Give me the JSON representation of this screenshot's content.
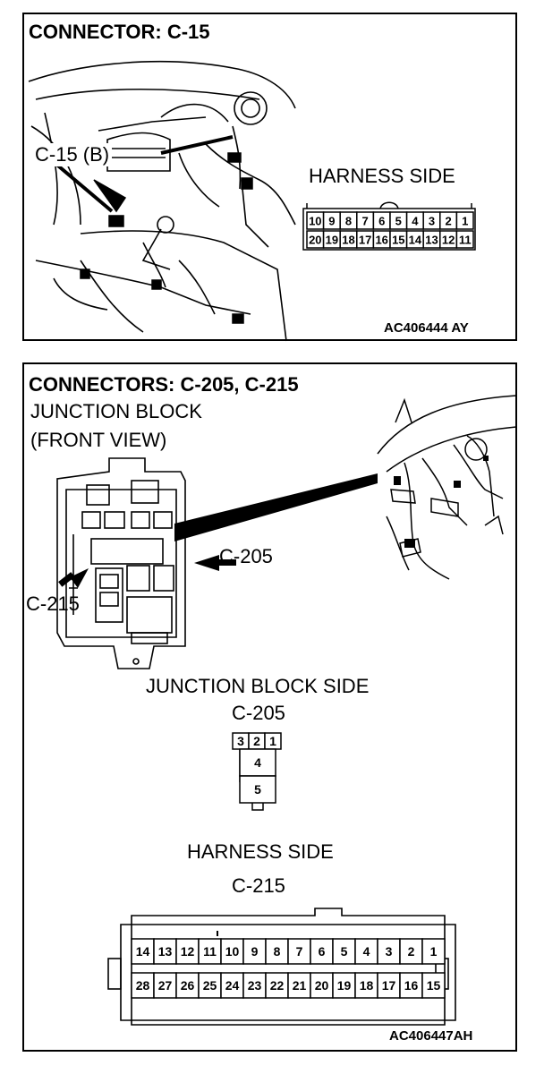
{
  "panel1": {
    "title": "CONNECTOR: C-15",
    "callout": "C-15 (B)",
    "harness_label": "HARNESS SIDE",
    "connector_top_pins": [
      "10",
      "9",
      "8",
      "7",
      "6",
      "5",
      "4",
      "3",
      "2",
      "1"
    ],
    "connector_bottom_pins": [
      "20",
      "19",
      "18",
      "17",
      "16",
      "15",
      "14",
      "13",
      "12",
      "11"
    ],
    "code": "AC406444 AY"
  },
  "panel2": {
    "title": "CONNECTORS: C-205, C-215",
    "jb_label_line1": "JUNCTION BLOCK",
    "jb_label_line2": "(FRONT VIEW)",
    "arrow_c205": "C-205",
    "arrow_c215": "C-215",
    "jb_side_label": "JUNCTION BLOCK SIDE",
    "c205_label": "C-205",
    "c205_top_pins": [
      "3",
      "2",
      "1"
    ],
    "c205_pin4": "4",
    "c205_pin5": "5",
    "harness_label": "HARNESS SIDE",
    "c215_label": "C-215",
    "c215_top_pins": [
      "14",
      "13",
      "12",
      "11",
      "10",
      "9",
      "8",
      "7",
      "6",
      "5",
      "4",
      "3",
      "2",
      "1"
    ],
    "c215_bottom_pins": [
      "28",
      "27",
      "26",
      "25",
      "24",
      "23",
      "22",
      "21",
      "20",
      "19",
      "18",
      "17",
      "16",
      "15"
    ],
    "code": "AC406447AH"
  }
}
